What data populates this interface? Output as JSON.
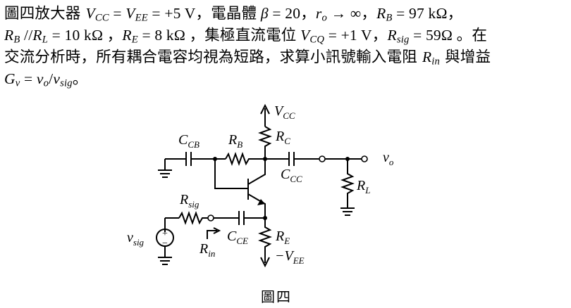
{
  "problem": {
    "l1": {
      "a": "圖四放大器 ",
      "vcc_main": "V",
      "vcc_sub": "CC",
      "eq1": " = ",
      "vee_main": "V",
      "vee_sub": "EE",
      "vals1": " = +5 V，電晶體 ",
      "beta": "β",
      "vals2": " = 20，",
      "ro_main": "r",
      "ro_sub": "o",
      "arrow": " → ∞，",
      "rb_main": "R",
      "rb_sub": "B",
      "vals3": " = 97 kΩ，"
    },
    "l2": {
      "rb_main": "R",
      "rb_sub": "B",
      "par": " //",
      "rl_main": "R",
      "rl_sub": "L",
      "vals1": " = 10 kΩ ，",
      "re_main": "R",
      "re_sub": "E",
      "vals2": " = 8 kΩ ，集極直流電位 ",
      "vcq_main": "V",
      "vcq_sub": "CQ",
      "vals3": " = +1 V，",
      "rsig_main": "R",
      "rsig_sub": "sig",
      "vals4": " = 59Ω 。在"
    },
    "l3": {
      "a": "交流分析時，所有耦合電容均視為短路，求算小訊號輸入電阻 ",
      "rin_main": "R",
      "rin_sub": "in",
      "b": " 與增益"
    },
    "l4": {
      "gv_main": "G",
      "gv_sub": "v",
      "eq": " = ",
      "vo_main": "v",
      "vo_sub": "o",
      "slash": "/",
      "vsig_main": "v",
      "vsig_sub": "sig",
      "end": "。"
    }
  },
  "diagram": {
    "labels": {
      "vcc": {
        "main": "V",
        "sub": "CC"
      },
      "rc": {
        "main": "R",
        "sub": "C"
      },
      "ccb": {
        "main": "C",
        "sub": "CB"
      },
      "rb": {
        "main": "R",
        "sub": "B"
      },
      "ccc": {
        "main": "C",
        "sub": "CC"
      },
      "vo": {
        "main": "v",
        "sub": "o"
      },
      "rl": {
        "main": "R",
        "sub": "L"
      },
      "rsig": {
        "main": "R",
        "sub": "sig"
      },
      "vsig": {
        "main": "v",
        "sub": "sig"
      },
      "cce": {
        "main": "C",
        "sub": "CE"
      },
      "re": {
        "main": "R",
        "sub": "E"
      },
      "rin": {
        "main": "R",
        "sub": "in"
      },
      "vee": {
        "main": "−V",
        "sub": "EE"
      },
      "plus": "+",
      "minus": "−"
    }
  },
  "caption": "圖四"
}
